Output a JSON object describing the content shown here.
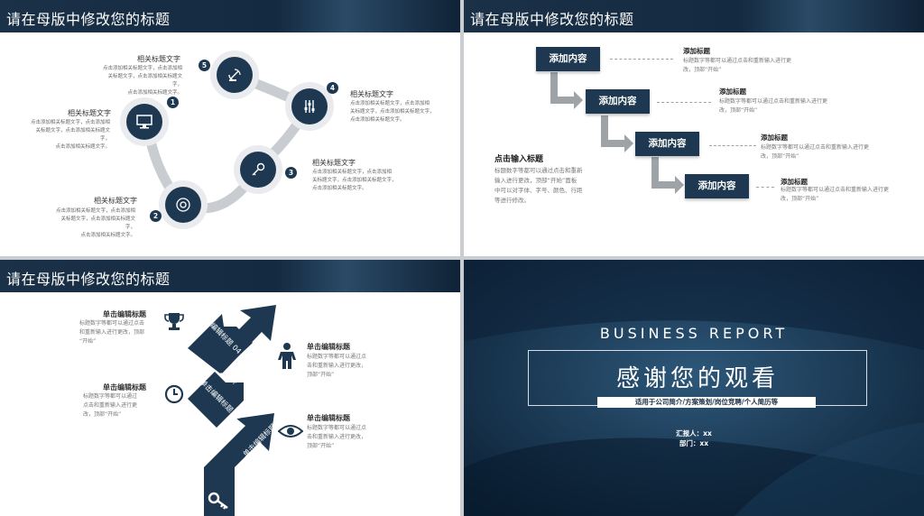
{
  "slide1": {
    "title": "请在母版中修改您的标题",
    "items": [
      {
        "num": "1",
        "head": "相关标题文字",
        "body": [
          "点击添加相关标题文字，点击添加相",
          "关标题文字，点击添加相关标题文字，",
          "点击添加相关标题文字。"
        ],
        "icon": "monitor-icon"
      },
      {
        "num": "2",
        "head": "相关标题文字",
        "body": [
          "点击添加相关标题文字，点击添加相",
          "关标题文字，点击添加相关标题文字，",
          "点击添加相关标题文字。"
        ],
        "icon": "disc-icon"
      },
      {
        "num": "3",
        "head": "相关标题文字",
        "body": [
          "点击添加相关标题文字，点击添加相",
          "关标题文字，点击添加相关标题文字，",
          "点击添加相关标题文字。"
        ],
        "icon": "key-icon"
      },
      {
        "num": "4",
        "head": "相关标题文字",
        "body": [
          "点击添加相关标题文字，点击添加相",
          "关标题文字，点击添加相关标题文字，",
          "点击添加相关标题文字。"
        ],
        "icon": "sliders-icon"
      },
      {
        "num": "5",
        "head": "相关标题文字",
        "body": [
          "点击添加相关标题文字，点击添加相",
          "关标题文字，点击添加相关标题文字，",
          "点击添加相关标题文字。"
        ],
        "icon": "satellite-icon"
      }
    ]
  },
  "slide2": {
    "title": "请在母版中修改您的标题",
    "boxes": [
      "添加内容",
      "添加内容",
      "添加内容",
      "添加内容"
    ],
    "callouts": [
      {
        "head": "添加标题",
        "body": [
          "标题数字等都可以通过点击和重新输入进行更",
          "改，顶部“开始”"
        ]
      },
      {
        "head": "添加标题",
        "body": [
          "标题数字等都可以通过点击和重新输入进行更",
          "改，顶部“开始”"
        ]
      },
      {
        "head": "添加标题",
        "body": [
          "标题数字等都可以通过点击和重新输入进行更",
          "改，顶部“开始”"
        ]
      },
      {
        "head": "添加标题",
        "body": [
          "标题数字等都可以通过点击和重新输入进行更",
          "改，顶部“开始”"
        ]
      }
    ],
    "side": {
      "head": "点击输入标题",
      "body": [
        "标题数字等都可以通过点击和重新",
        "输入进行更改，顶部“开始”面板",
        "中可以对字体、字号、颜色、行距",
        "等进行修改。"
      ]
    }
  },
  "slide3": {
    "title": "请在母版中修改您的标题",
    "arrows": [
      "单击编辑标题 01",
      "单击编辑标题 02",
      "单击编辑标题 03",
      "单击编辑标题 04"
    ],
    "left_items": [
      {
        "head": "单击编辑标题",
        "body": [
          "标题数字等都可以通过点击",
          "和重新输入进行更改，顶部",
          "“开始”"
        ],
        "icon": "trophy-icon"
      },
      {
        "head": "单击编辑标题",
        "body": [
          "标题数字等都可以通过",
          "点击和重新输入进行更",
          "改，顶部“开始”"
        ],
        "icon": "clock-icon"
      }
    ],
    "right_items": [
      {
        "head": "单击编辑标题",
        "body": [
          "标题数字等都可以通过点",
          "击和重新输入进行更改，",
          "顶部“开始”"
        ],
        "icon": "person-icon"
      },
      {
        "head": "单击编辑标题",
        "body": [
          "标题数字等都可以通过点",
          "击和重新输入进行更改，",
          "顶部“开始”"
        ],
        "icon": "eye-icon"
      }
    ],
    "bottom_icon": "key-icon"
  },
  "slide4": {
    "report": "BUSINESS REPORT",
    "thanks": "感谢您的观看",
    "subtitle": "适用于公司简介/方案策划/岗位竞聘/个人简历等",
    "reporter": "汇报人：xx",
    "dept": "部门：xx"
  }
}
